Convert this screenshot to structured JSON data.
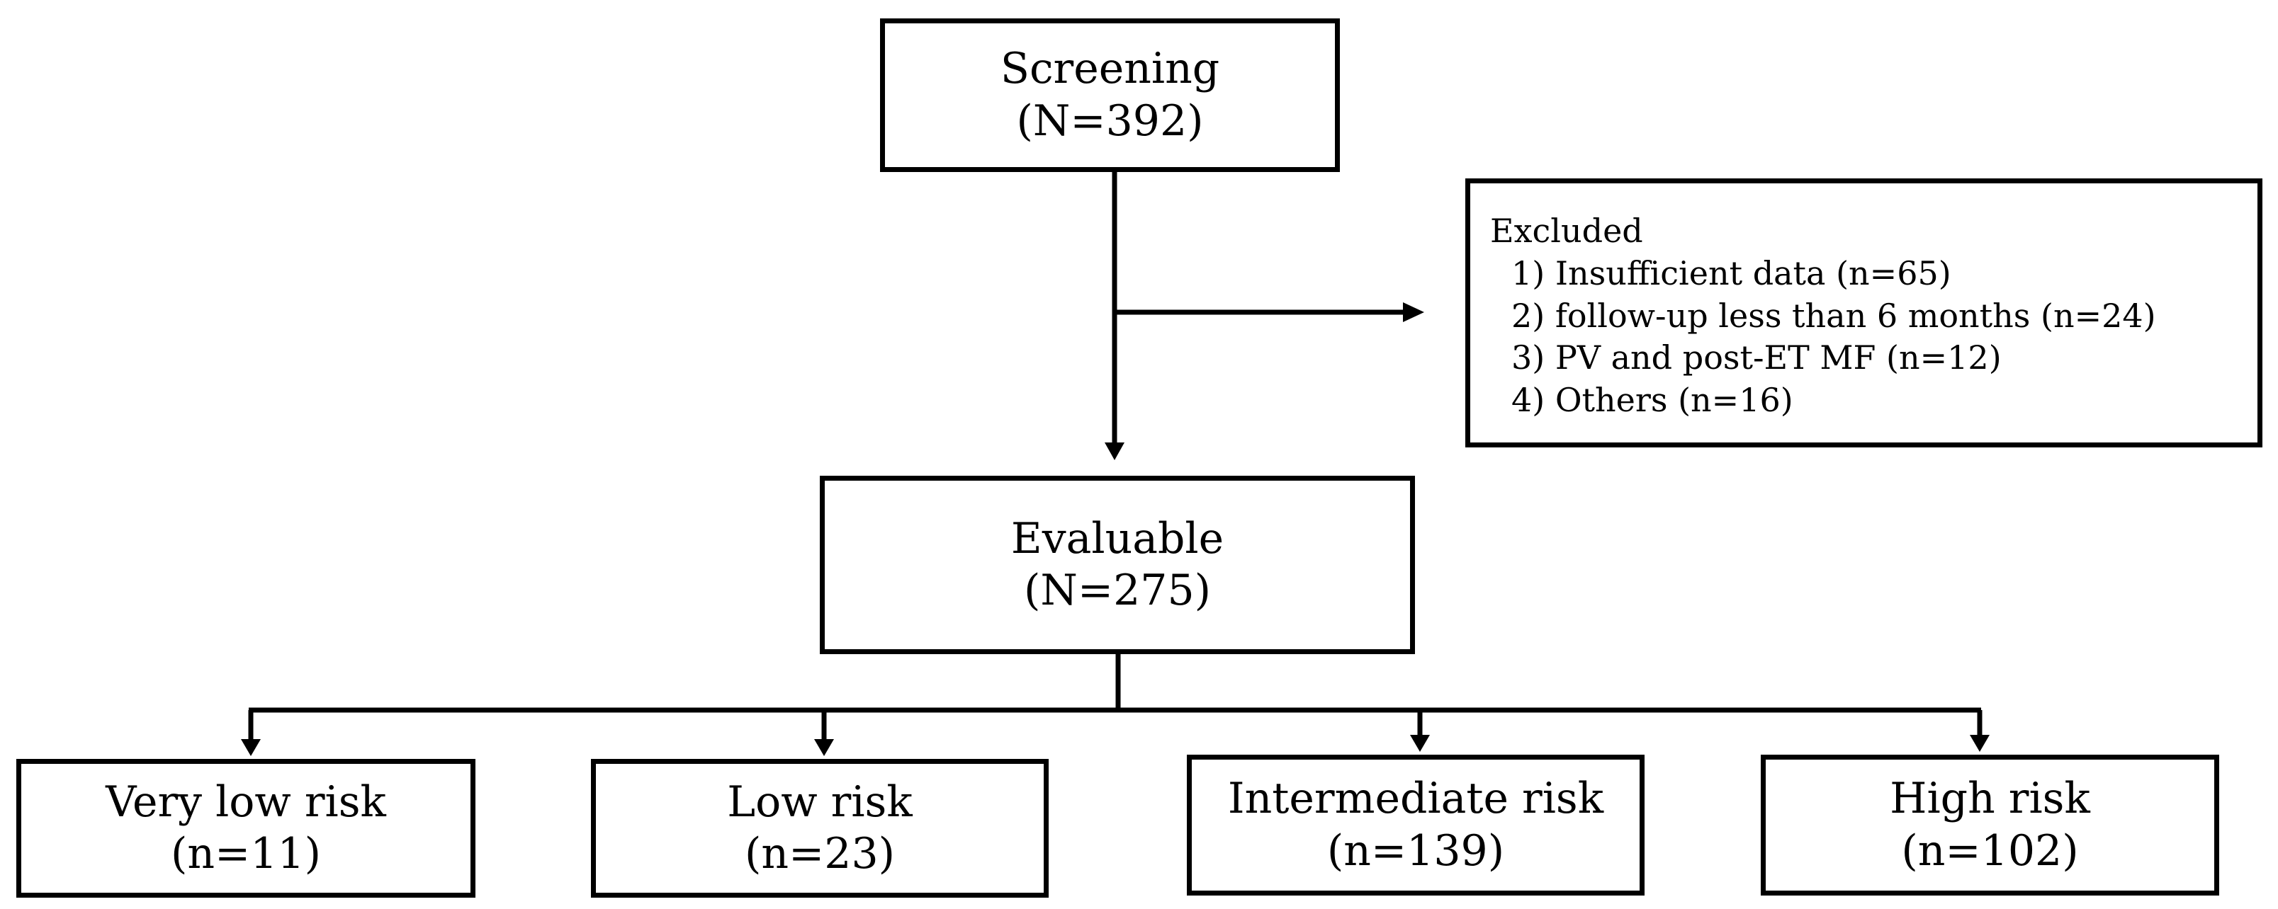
{
  "screening": {
    "title": "Screening",
    "count": "(N=392)"
  },
  "excluded": {
    "title": "Excluded",
    "reasons": [
      "1) Insufficient data (n=65)",
      "2) follow-up less than 6 months (n=24)",
      "3) PV and post-ET MF  (n=12)",
      "4) Others (n=16)"
    ]
  },
  "evaluable": {
    "title": "Evaluable",
    "count": "(N=275)"
  },
  "groups": [
    {
      "label": "Very low risk",
      "count": "(n=11)"
    },
    {
      "label": "Low risk",
      "count": "(n=23)"
    },
    {
      "label": "Intermediate risk",
      "count": "(n=139)"
    },
    {
      "label": "High risk",
      "count": "(n=102)"
    }
  ],
  "colors": {
    "line": "#000000",
    "background": "#ffffff"
  }
}
